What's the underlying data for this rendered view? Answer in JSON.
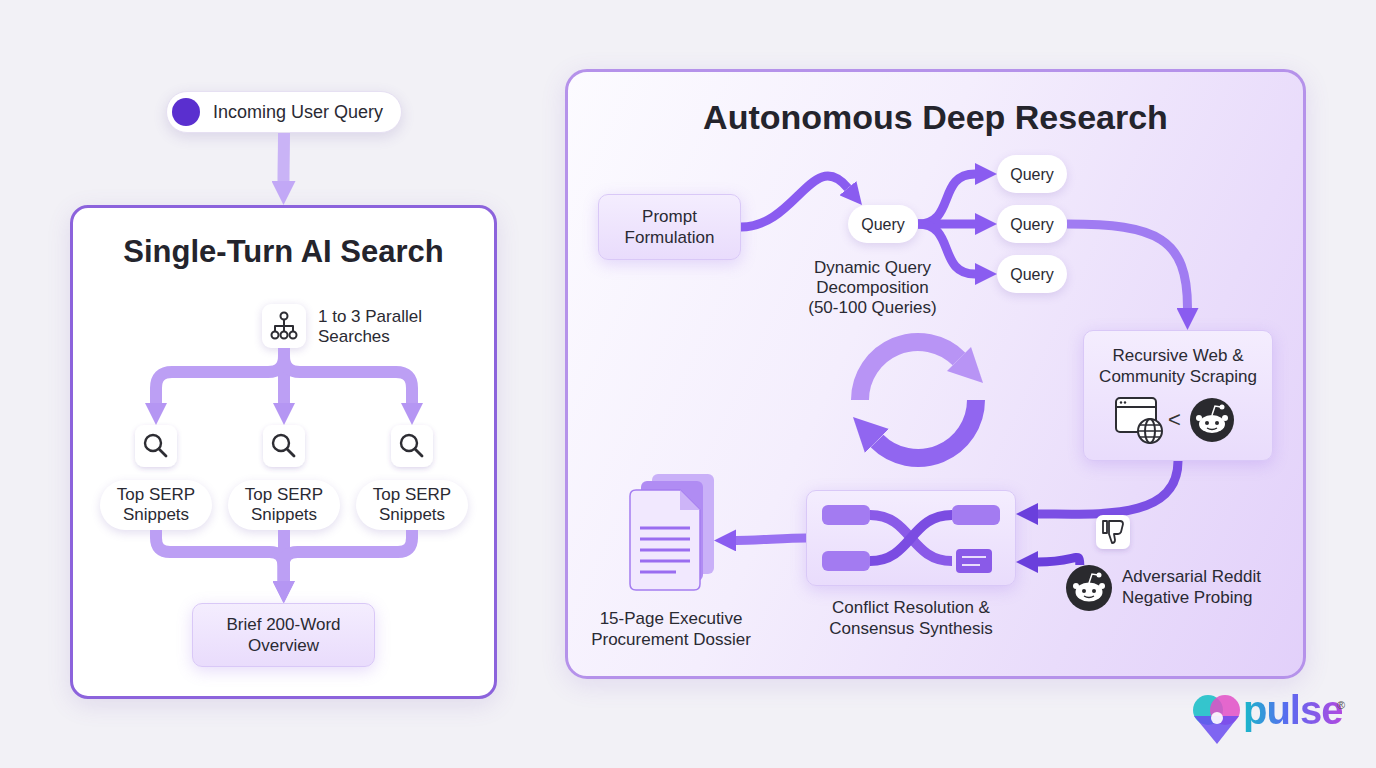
{
  "diagram": {
    "nodes": [
      {
        "text": [
          "Incoming User Query"
        ]
      },
      {
        "text": [
          "Single-Turn AI Search"
        ]
      },
      {
        "text": [
          "1 to 3 Parallel Searches"
        ],
        "in": 1
      },
      {
        "text": [
          "Top SERP Snippets"
        ],
        "in": 1
      },
      {
        "text": [
          "Top SERP Snippets"
        ],
        "in": 1
      },
      {
        "text": [
          "Top SERP Snippets"
        ],
        "in": 1
      },
      {
        "text": [
          "Brief 200-Word Overview"
        ],
        "in": 1
      },
      {
        "text": [
          "Autonomous Deep Research"
        ]
      },
      {
        "text": [
          "Prompt Formulation"
        ],
        "in": 7
      },
      {
        "text": [
          "Query"
        ],
        "in": 7
      },
      {
        "text": [
          "Query"
        ],
        "in": 7
      },
      {
        "text": [
          "Query"
        ],
        "in": 7
      },
      {
        "text": [
          "Query"
        ],
        "in": 7
      },
      {
        "text": [
          "Recursive Web & Community Scraping",
          "<"
        ],
        "in": 7
      },
      {
        "text": [
          "Conflict Resolution & Consensus Synthesis"
        ],
        "in": 7
      },
      {
        "text": [
          "15-Page Executive Procurement Dossier"
        ],
        "in": 7
      },
      {
        "text": [
          "Adversarial Reddit Negative Probing"
        ],
        "in": 7
      }
    ],
    "edges": [
      {
        "from": 0,
        "to": 1,
        "arrow": "to"
      },
      {
        "from": 2,
        "to": 3,
        "arrow": "to"
      },
      {
        "from": 2,
        "to": 4,
        "arrow": "to"
      },
      {
        "from": 2,
        "to": 5,
        "arrow": "to"
      },
      {
        "from": 3,
        "to": 6,
        "arrow": "to"
      },
      {
        "from": 4,
        "to": 6,
        "arrow": "to"
      },
      {
        "from": 5,
        "to": 6,
        "arrow": "to"
      },
      {
        "from": 8,
        "to": 9,
        "arrow": "to"
      },
      {
        "from": 9,
        "to": 10,
        "arrow": "to"
      },
      {
        "from": 9,
        "to": 11,
        "arrow": "to"
      },
      {
        "from": 9,
        "to": 12,
        "arrow": "to"
      },
      {
        "from": 11,
        "to": 13,
        "arrow": "to"
      },
      {
        "from": 13,
        "to": 14,
        "arrow": "to"
      },
      {
        "from": 16,
        "to": 14,
        "arrow": "to"
      },
      {
        "from": 14,
        "to": 15,
        "arrow": "to"
      }
    ],
    "labels": [
      "Dynamic Query Decomposition (50-100 Queries)",
      "pulse",
      "®"
    ]
  }
}
